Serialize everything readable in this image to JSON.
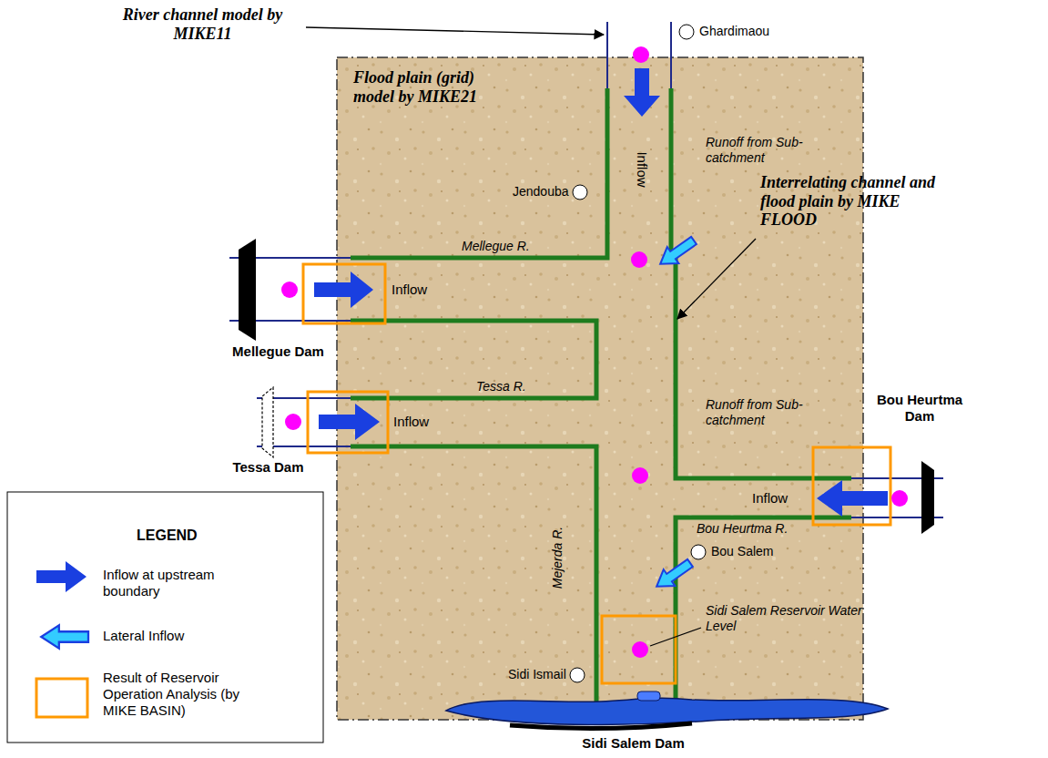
{
  "diagram": {
    "nodes": [
      {
        "text": [
          "Flood plain (grid) model by MIKE21"
        ]
      },
      {
        "text": [
          "Mellegue Dam"
        ]
      },
      {
        "text": [
          "Tessa Dam"
        ]
      },
      {
        "text": [
          "Bou Heurtma Dam"
        ]
      },
      {
        "text": [
          "Sidi Salem Dam"
        ]
      }
    ],
    "labels": [
      "River channel model by MIKE11",
      "Ghardimaou",
      "Inflow",
      "Jendouba",
      "Runoff from Sub-catchment",
      "Mellegue R.",
      "Interrelating channel and flood plain by MIKE FLOOD",
      "Inflow",
      "Tessa R.",
      "Inflow",
      "Runoff from Sub-catchment",
      "Inflow",
      "Bou Heurtma R.",
      "Bou Salem",
      "Mejerda R.",
      "Sidi Ismail",
      "Sidi Salem Reservoir Water Level",
      "LEGEND"
    ],
    "legend": [
      {
        "text": "Inflow at upstream boundary"
      },
      {
        "text": "Lateral Inflow"
      },
      {
        "text": "Result of Reservoir Operation Analysis (by MIKE BASIN)"
      }
    ]
  }
}
